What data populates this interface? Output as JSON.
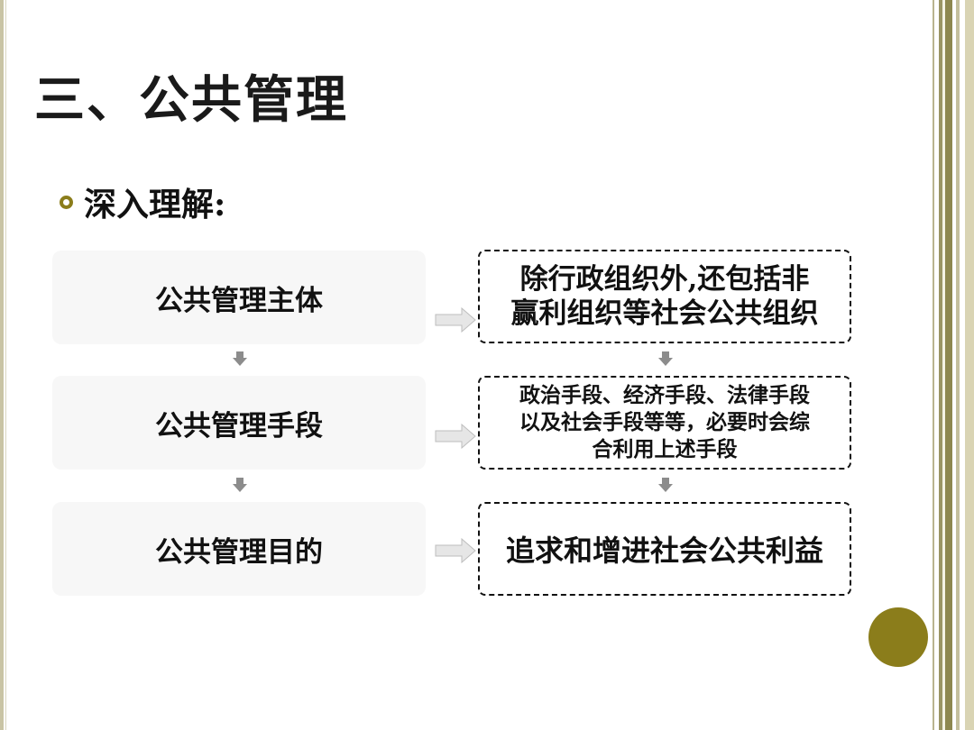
{
  "slide": {
    "title": "三、公共管理",
    "bullet": "深入理解:"
  },
  "flow": {
    "rows": [
      {
        "left": "公共管理主体",
        "right_lines": [
          "除行政组织外,还包括非",
          "赢利组织等社会公共组织"
        ]
      },
      {
        "left": "公共管理手段",
        "right_lines": [
          "政治手段、经济手段、法律手段",
          "以及社会手段等等，必要时会综",
          "合利用上述手段"
        ]
      },
      {
        "left": "公共管理目的",
        "right_lines": [
          "追求和增进社会公共利益"
        ]
      }
    ]
  },
  "colors": {
    "accent": "#8b7d1b",
    "box_fill": "#f7f7f7",
    "text": "#111111"
  }
}
